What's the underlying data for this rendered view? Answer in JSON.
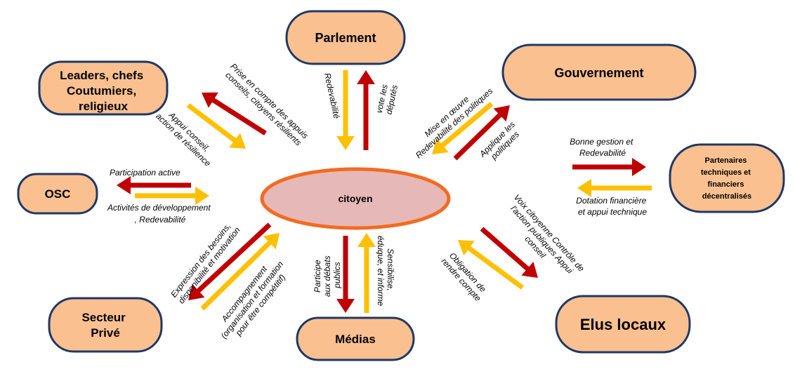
{
  "colors": {
    "node_fill": "#FAC090",
    "node_border": "#1F3864",
    "center_fill": "#E6B8B7",
    "center_border": "#F26B21",
    "arrow_red": "#C00000",
    "arrow_yellow": "#FFC000"
  },
  "center": {
    "label": "citoyen"
  },
  "nodes": {
    "parlement": "Parlement",
    "gouvernement": "Gouvernement",
    "leaders": [
      "Leaders, chefs",
      "Coutumiers,",
      "religieux"
    ],
    "osc": "OSC",
    "partenaires": [
      "Partenaires",
      "techniques et",
      "financiers",
      "décentralisés"
    ],
    "secteur_prive": [
      "Secteur",
      "Privé"
    ],
    "medias": "Médias",
    "elus_locaux": "Elus locaux"
  },
  "labels": {
    "parlement_redevabilite": "Redevabilité",
    "parlement_vote": [
      "vote les",
      "députés"
    ],
    "leaders_prise": [
      "Prise en compte des appuis",
      "conseils, citoyens résilients"
    ],
    "leaders_appui": [
      "Appui conseil,",
      "action de résilience"
    ],
    "gouv_mise": [
      "Mise en œuvre",
      "Redevabilité des politiques"
    ],
    "gouv_applique": [
      "Applique  les",
      "politiques"
    ],
    "osc_participation": "Participation  active",
    "osc_activites": [
      "Activités de développement",
      ", Redevabilité"
    ],
    "ptf_bonne": [
      "Bonne gestion et",
      "Redevabilité"
    ],
    "ptf_dotation": [
      "Dotation financière",
      "et appui technique"
    ],
    "prive_expression": [
      "Expression des besoins,",
      "disponibilité  et motivation"
    ],
    "prive_accomp": [
      "Accompagnement",
      "(organisation et formation",
      "pour être compétitif)"
    ],
    "medias_participe": [
      "Participe",
      "aux débats",
      "publics"
    ],
    "medias_sensibilise": [
      "Sensibilise,",
      "éduque, et informe"
    ],
    "elus_voix": [
      "Voix citoyenne Contrôle de",
      "l'action publiques  Appui",
      "conseil"
    ],
    "elus_obligation": [
      "Obligation de",
      "rendre compte"
    ]
  }
}
